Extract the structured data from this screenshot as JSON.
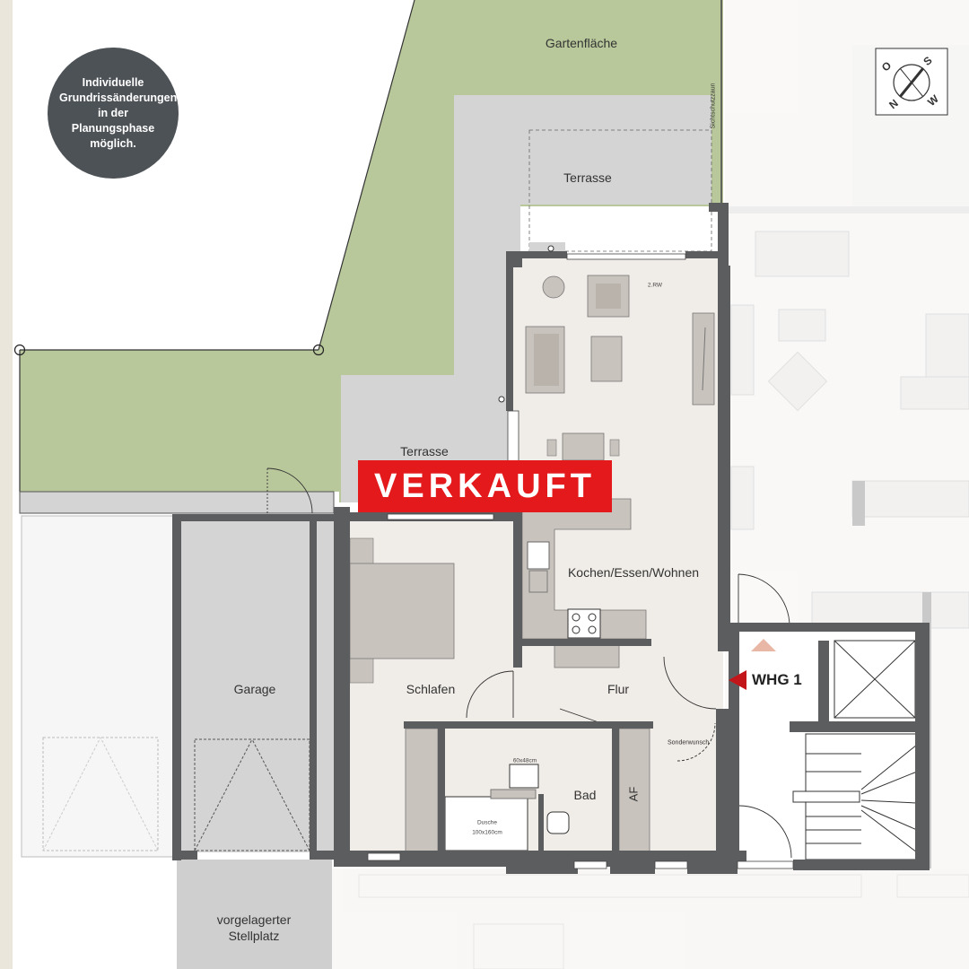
{
  "info_badge": {
    "text": "Individuelle Grundrissänderungen in der Planungsphase möglich."
  },
  "banner": {
    "text": "VERKAUFT"
  },
  "unit_label": {
    "text": "WHG 1"
  },
  "compass": {
    "letters": [
      "O",
      "S",
      "W",
      "N"
    ]
  },
  "rooms": {
    "garden": "Gartenfläche",
    "terrace_top": "Terrasse",
    "terrace_left": "Terrasse",
    "living": "Kochen/Essen/Wohnen",
    "bedroom": "Schlafen",
    "hall": "Flur",
    "bath": "Bad",
    "af": "AF",
    "garage": "Garage",
    "parking": "vorgelagerter Stellplatz"
  },
  "annotations": {
    "privacy_fence": "Sichtschutzzaun",
    "window_note": "2.RW",
    "special_request": "Sonderwunsch",
    "sink_size": "60x48cm",
    "shower": "Dusche",
    "shower_size": "100x160cm"
  },
  "colors": {
    "background": "#f4f1ec",
    "garden": "#b8c89a",
    "terrace": "#d4d4d4",
    "interior": "#f0ece7",
    "wall": "#5c5d5f",
    "furniture": "#c9c3bd",
    "badge": "#4d5257",
    "sold_red": "#e3191c",
    "arrow_red": "#c3161a"
  }
}
